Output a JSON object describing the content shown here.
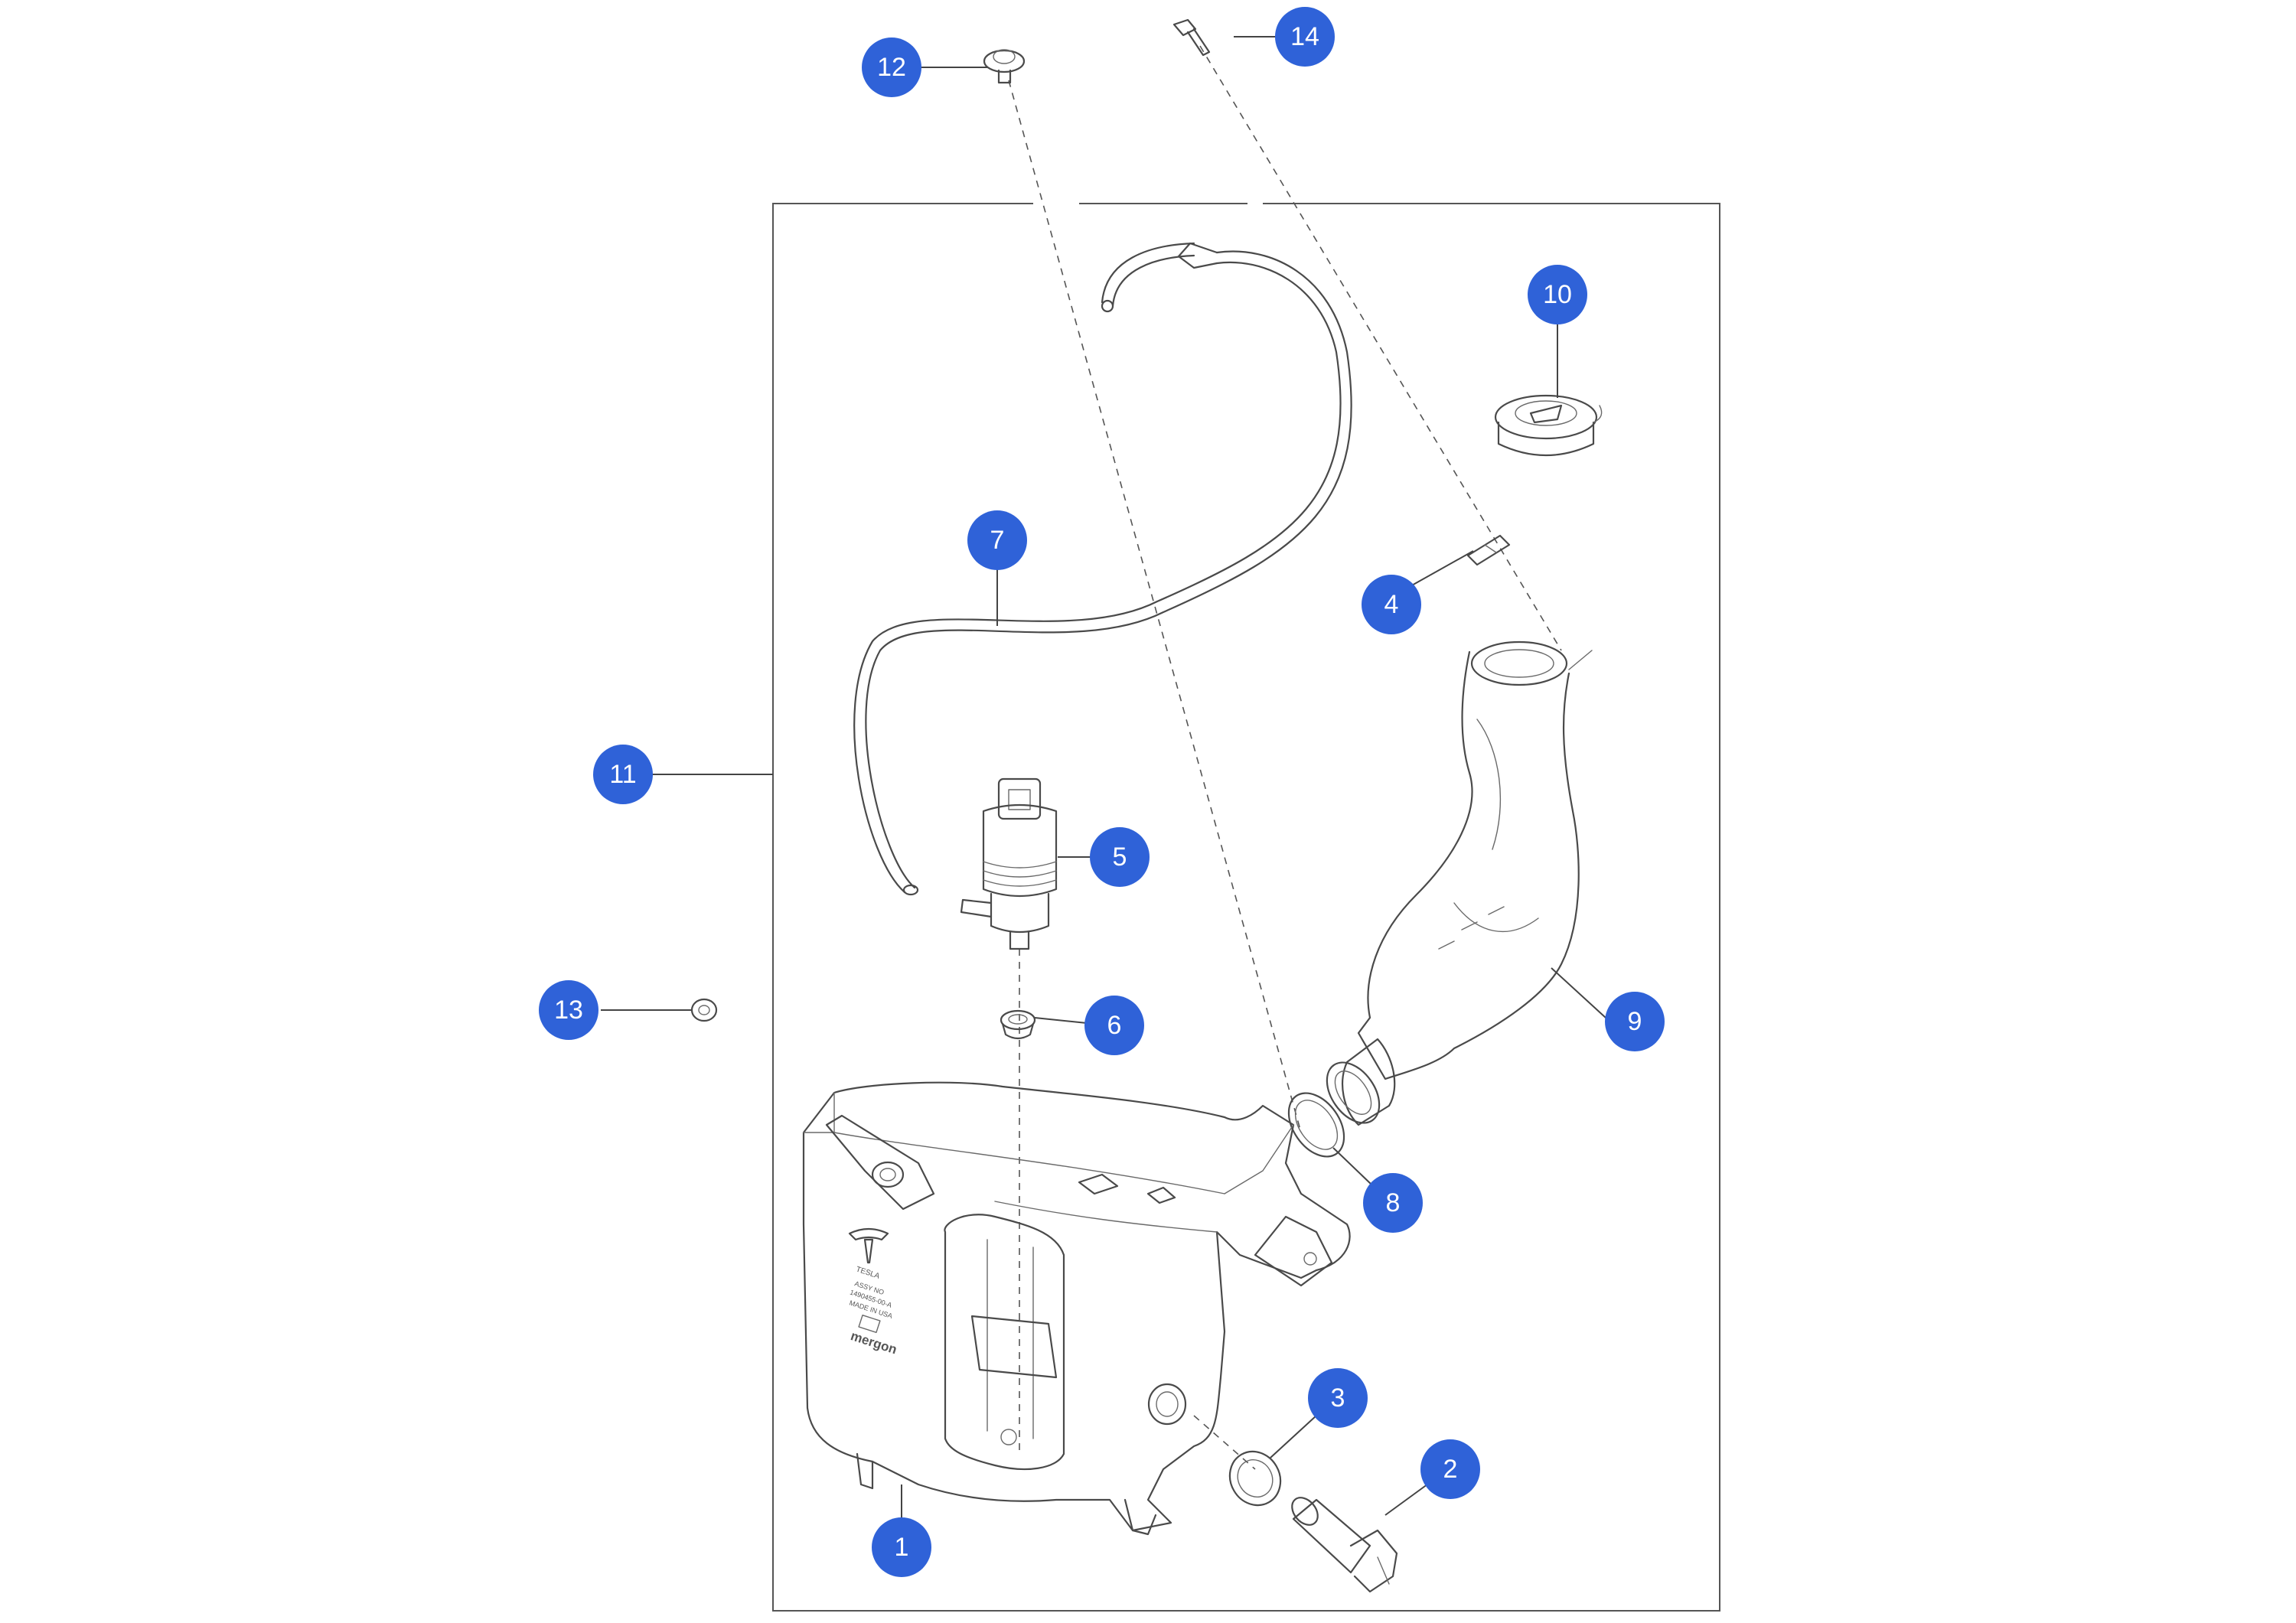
{
  "diagram": {
    "callout_color": "#2f62d8",
    "callouts": [
      {
        "id": "1",
        "label": "1"
      },
      {
        "id": "2",
        "label": "2"
      },
      {
        "id": "3",
        "label": "3"
      },
      {
        "id": "4",
        "label": "4"
      },
      {
        "id": "5",
        "label": "5"
      },
      {
        "id": "6",
        "label": "6"
      },
      {
        "id": "7",
        "label": "7"
      },
      {
        "id": "8",
        "label": "8"
      },
      {
        "id": "9",
        "label": "9"
      },
      {
        "id": "10",
        "label": "10"
      },
      {
        "id": "11",
        "label": "11"
      },
      {
        "id": "12",
        "label": "12"
      },
      {
        "id": "13",
        "label": "13"
      },
      {
        "id": "14",
        "label": "14"
      }
    ],
    "reservoir_label": {
      "brand": "TESLA",
      "assy_line": "ASSY NO",
      "part_line": "1490455-00-A",
      "made_in": "MADE IN USA",
      "maker": "mergon"
    }
  }
}
